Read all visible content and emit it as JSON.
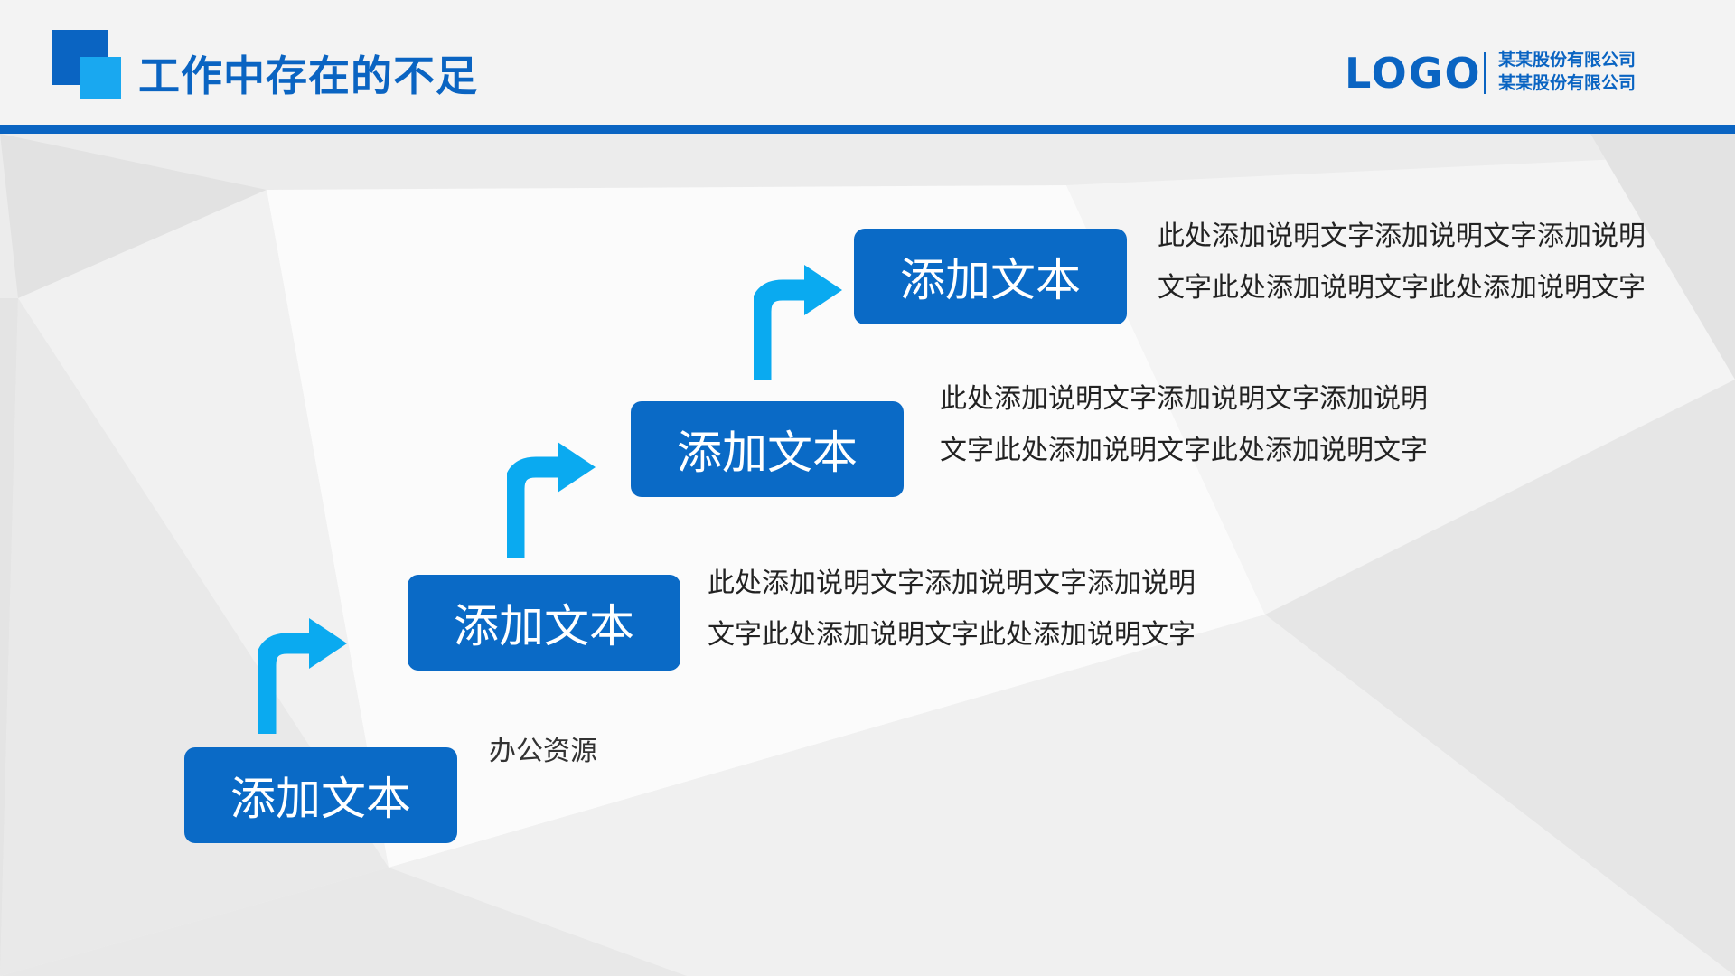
{
  "header": {
    "title": "工作中存在的不足",
    "logo_text": "LOGO",
    "company_line1": "某某股份有限公司",
    "company_line2": "某某股份有限公司"
  },
  "colors": {
    "primary_blue": "#0a64c2",
    "accent_cyan": "#19a8f0",
    "box_blue": "#0a6ac6",
    "arrow_cyan": "#0aaaf0"
  },
  "steps": [
    {
      "label": "添加文本",
      "description": ""
    },
    {
      "label": "添加文本",
      "description": "此处添加说明文字添加说明文字添加说明文字此处添加说明文字此处添加说明文字"
    },
    {
      "label": "添加文本",
      "description": "此处添加说明文字添加说明文字添加说明文字此处添加说明文字此处添加说明文字"
    },
    {
      "label": "添加文本",
      "description": "此处添加说明文字添加说明文字添加说明文字此处添加说明文字此处添加说明文字"
    }
  ],
  "note": "办公资源",
  "icons": {
    "arrow": "bent-arrow-up-right-icon"
  }
}
